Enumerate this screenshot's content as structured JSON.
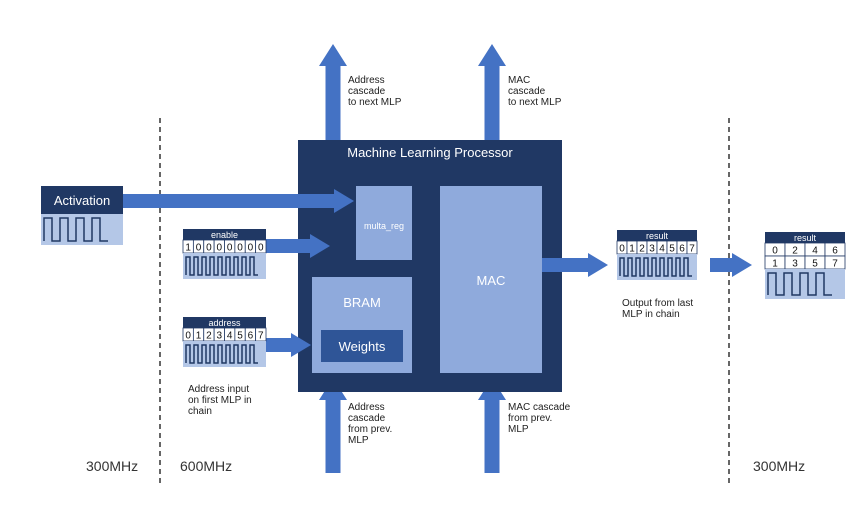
{
  "colors": {
    "arrow": "#4472c4",
    "processor_bg": "#203864",
    "block_fill": "#8faadc",
    "weights_fill": "#2f5597",
    "waveform_bg": "#b4c7e7",
    "waveform_line": "#203864",
    "label_text": "#222222"
  },
  "clock_domains": {
    "left": "300MHz",
    "middle": "600MHz",
    "right": "300MHz"
  },
  "processor": {
    "title": "Machine Learning Processor",
    "multa_reg": "multa_reg",
    "bram": "BRAM",
    "weights": "Weights",
    "mac": "MAC"
  },
  "signals": {
    "activation": {
      "title": "Activation"
    },
    "enable": {
      "title": "enable",
      "cells": [
        "1",
        "0",
        "0",
        "0",
        "0",
        "0",
        "0",
        "0"
      ]
    },
    "address": {
      "title": "address",
      "cells": [
        "0",
        "1",
        "2",
        "3",
        "4",
        "5",
        "6",
        "7"
      ]
    },
    "result_mid": {
      "title": "result",
      "cells": [
        "0",
        "1",
        "2",
        "3",
        "4",
        "5",
        "6",
        "7"
      ]
    },
    "result_right": {
      "title": "result",
      "cells_top": [
        "0",
        "2",
        "4",
        "6"
      ],
      "cells_bottom": [
        "1",
        "3",
        "5",
        "7"
      ]
    }
  },
  "annotations": {
    "address_cascade_out": [
      "Address",
      "cascade",
      "to next MLP"
    ],
    "mac_cascade_out": [
      "MAC",
      "cascade",
      "to next MLP"
    ],
    "address_cascade_in": [
      "Address",
      "cascade",
      "from prev.",
      "MLP"
    ],
    "mac_cascade_in": [
      "MAC cascade",
      "from prev.",
      "MLP"
    ],
    "address_input": [
      "Address input",
      "on first MLP in",
      "chain"
    ],
    "output_last": [
      "Output from last",
      "MLP in chain"
    ]
  }
}
